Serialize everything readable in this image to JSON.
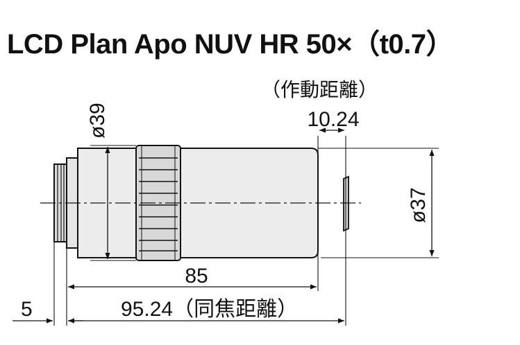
{
  "title": "LCD Plan Apo NUV HR 50×（t0.7）",
  "labels": {
    "working_distance_note": "（作動距離）",
    "working_distance_value": "10.24",
    "diameter_left": "ø39",
    "diameter_right": "ø37",
    "body_length": "85",
    "parfocal_distance": "95.24（同焦距離）",
    "mount_offset": "5"
  }
}
